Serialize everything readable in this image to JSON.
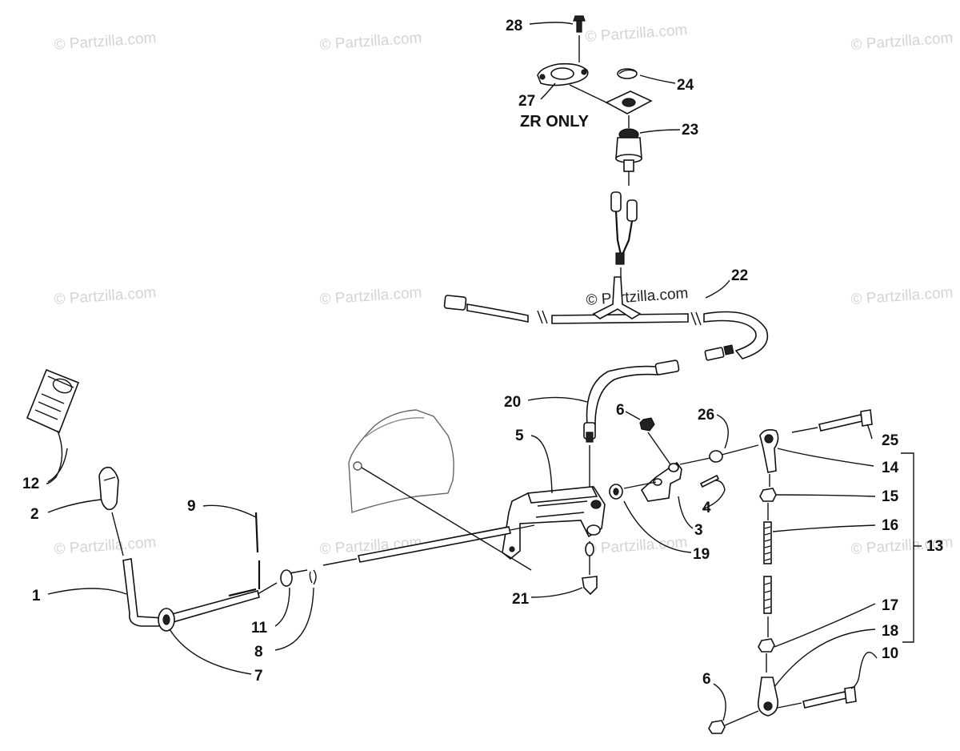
{
  "watermarks": {
    "text": "© Partzilla.com",
    "center_text": "© Partzilla.com"
  },
  "note": {
    "zr_only": "ZR ONLY"
  },
  "labels": {
    "l1": "1",
    "l2": "2",
    "l3": "3",
    "l4": "4",
    "l5": "5",
    "l6a": "6",
    "l6b": "6",
    "l7": "7",
    "l8": "8",
    "l9": "9",
    "l10": "10",
    "l11": "11",
    "l12": "12",
    "l13": "13",
    "l14": "14",
    "l15": "15",
    "l16": "16",
    "l17": "17",
    "l18": "18",
    "l19": "19",
    "l20": "20",
    "l21": "21",
    "l22": "22",
    "l23": "23",
    "l24": "24",
    "l25": "25",
    "l26": "26",
    "l27": "27",
    "l28": "28"
  }
}
